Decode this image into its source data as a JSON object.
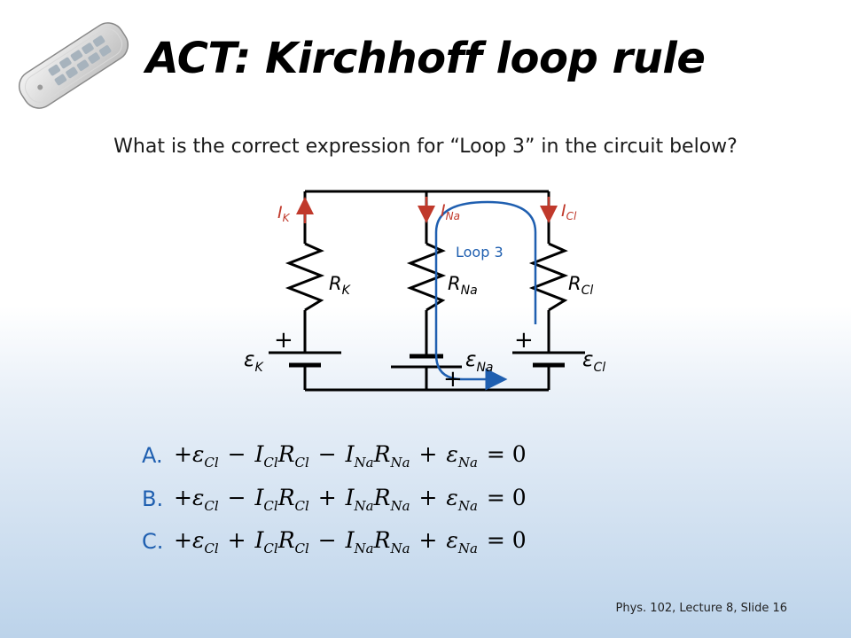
{
  "slide": {
    "title": "ACT: Kirchhoff loop rule",
    "question": "What is the correct expression for “Loop 3” in the circuit below?",
    "footer": "Phys. 102, Lecture 8, Slide 16"
  },
  "circuit": {
    "currents": {
      "k": "K",
      "na": "Na",
      "cl": "Cl",
      "symbol": "I"
    },
    "resistors": {
      "symbol": "R",
      "k": "K",
      "na": "Na",
      "cl": "Cl"
    },
    "emfs": {
      "symbol": "ε",
      "k": "K",
      "na": "Na",
      "cl": "Cl"
    },
    "plus": "+",
    "loop_label": "Loop 3",
    "colors": {
      "current_arrow": "#c0392b",
      "loop": "#1f5fb0",
      "wire": "#000000"
    }
  },
  "options": [
    {
      "letter": "A.",
      "t1": "+ε",
      "t1sub": "Cl",
      "op1": "−",
      "t2": "I",
      "t2sub": "Cl",
      "t3": "R",
      "t3sub": "Cl",
      "op2": "−",
      "t4": "I",
      "t4sub": "Na",
      "t5": "R",
      "t5sub": "Na",
      "op3": "+",
      "t6": "ε",
      "t6sub": "Na",
      "eq": "= 0"
    },
    {
      "letter": "B.",
      "t1": "+ε",
      "t1sub": "Cl",
      "op1": "−",
      "t2": "I",
      "t2sub": "Cl",
      "t3": "R",
      "t3sub": "Cl",
      "op2": "+",
      "t4": "I",
      "t4sub": "Na",
      "t5": "R",
      "t5sub": "Na",
      "op3": "+",
      "t6": "ε",
      "t6sub": "Na",
      "eq": "= 0"
    },
    {
      "letter": "C.",
      "t1": "+ε",
      "t1sub": "Cl",
      "op1": "+",
      "t2": "I",
      "t2sub": "Cl",
      "t3": "R",
      "t3sub": "Cl",
      "op2": "−",
      "t4": "I",
      "t4sub": "Na",
      "t5": "R",
      "t5sub": "Na",
      "op3": "+",
      "t6": "ε",
      "t6sub": "Na",
      "eq": "= 0"
    }
  ]
}
